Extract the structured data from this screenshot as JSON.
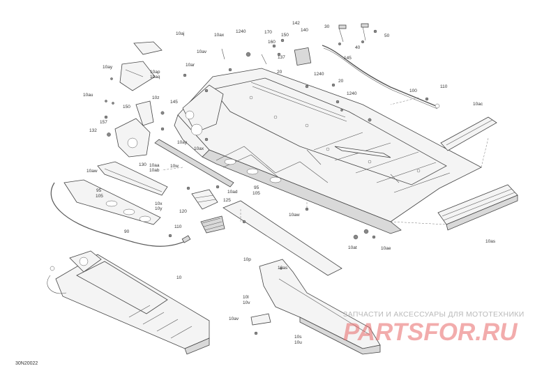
{
  "diagram": {
    "code": "30N20022",
    "watermark": {
      "line1": "ЗАПЧАСТИ И АКСЕССУАРЫ ДЛЯ МОТОТЕХНИКИ",
      "line2": "PARTSFOR.RU"
    },
    "labels": {
      "l_10aj": "10aj",
      "l_10ax_top": "10ax",
      "l_1240_top": "1240",
      "l_170": "170",
      "l_142": "142",
      "l_30": "30",
      "l_50": "50",
      "l_40": "40",
      "l_150_top": "150",
      "l_160": "160",
      "l_140": "140",
      "l_137": "137",
      "l_145_top": "145",
      "l_10av_top": "10av",
      "l_10ar": "10ar",
      "l_10ay": "10ay",
      "l_10ap": "10ap",
      "l_10aq": "10aq",
      "l_20_a": "20",
      "l_1240_mid": "1240",
      "l_20_b": "20",
      "l_100": "100",
      "l_110_top": "110",
      "l_1240_right": "1240",
      "l_10au": "10au",
      "l_10z": "10z",
      "l_145_left": "145",
      "l_150_left": "150",
      "l_157": "157",
      "l_132": "132",
      "l_10ac": "10ac",
      "l_10ay_mid": "10ay",
      "l_10ax_mid": "10ax",
      "l_10w": "10w",
      "l_130": "130",
      "l_10aa": "10aa",
      "l_10ab": "10ab",
      "l_10aw_left": "10aw",
      "l_10ad": "10ad",
      "l_95_right": "95",
      "l_105_right": "105",
      "l_95_left": "95",
      "l_105_left": "105",
      "l_125": "125",
      "l_10x": "10x",
      "l_10y": "10y",
      "l_120": "120",
      "l_10aw_right": "10aw",
      "l_110_bottom": "110",
      "l_90": "90",
      "l_10at": "10at",
      "l_10as_right": "10as",
      "l_10ae": "10ae",
      "l_10p": "10p",
      "l_10as_bottom": "10as",
      "l_10": "10",
      "l_10l": "10l",
      "l_10v": "10v",
      "l_10av_bottom": "10av",
      "l_10s": "10s",
      "l_10u": "10u"
    }
  }
}
